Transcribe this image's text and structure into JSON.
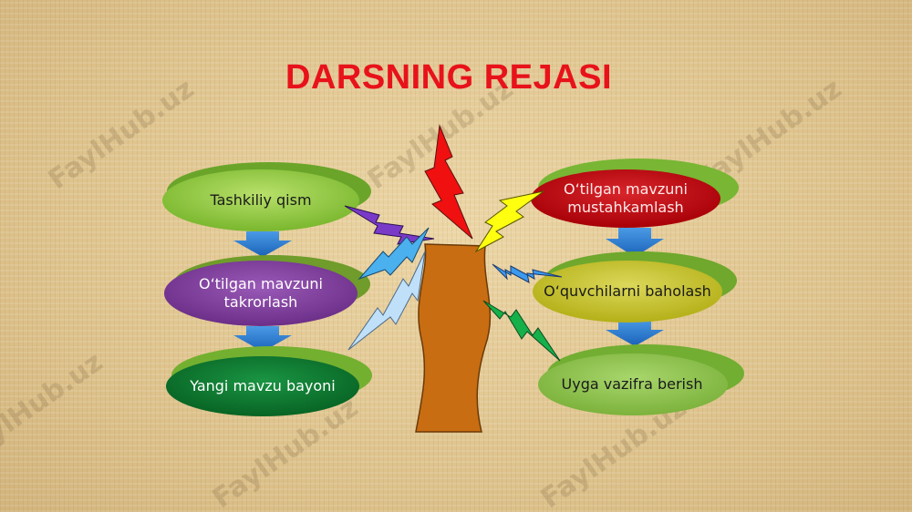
{
  "title": "DARSNING REJASI",
  "watermark": "FaylHub.uz",
  "left_steps": [
    {
      "label": "Tashkiliy qism"
    },
    {
      "label": "O‘tilgan mavzuni takrorlash"
    },
    {
      "label": "Yangi mavzu bayoni"
    }
  ],
  "right_steps": [
    {
      "label": "O‘tilgan mavzuni mustahkamlash"
    },
    {
      "label": "O‘quvchilarni baholash"
    },
    {
      "label": "Uyga vazifra berish"
    }
  ],
  "colors": {
    "title": "#e8121a",
    "left_top": "#8ac83a",
    "left_mid": "#7d3f98",
    "left_bottom": "#0c7a2e",
    "right_top": "#c00a12",
    "right_mid": "#c8c423",
    "right_bottom": "#8cc04a",
    "arrow": "#2a7ad0",
    "trunk": "#c96d12"
  }
}
